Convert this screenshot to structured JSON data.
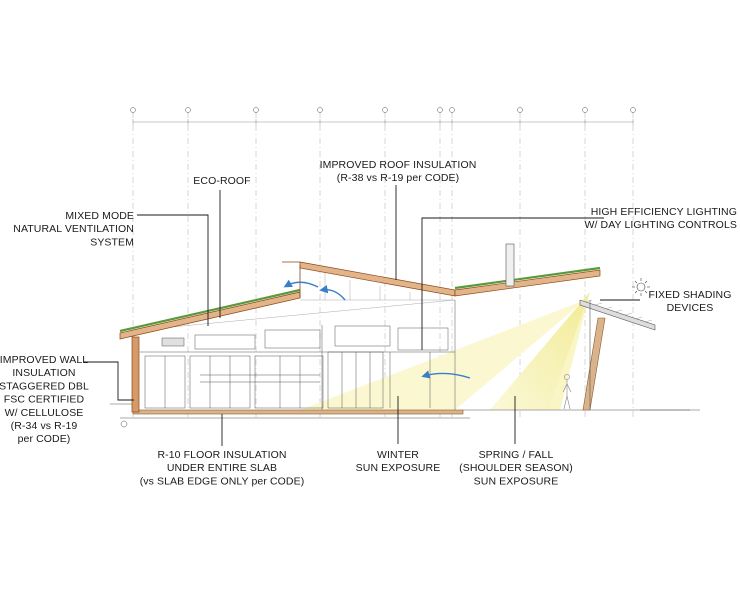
{
  "labels": {
    "eco_roof": [
      "ECO-ROOF"
    ],
    "roof_insulation": [
      "IMPROVED ROOF INSULATION",
      "(R-38 vs R-19 per CODE)"
    ],
    "mixed_mode": [
      "MIXED MODE",
      "NATURAL VENTILATION",
      "SYSTEM"
    ],
    "lighting": [
      "HIGH EFFICIENCY LIGHTING",
      "W/ DAY LIGHTING CONTROLS"
    ],
    "shading": [
      "FIXED SHADING",
      "DEVICES"
    ],
    "wall_insulation": [
      "IMPROVED WALL",
      "INSULATION",
      "STAGGERED DBL",
      "FSC CERTIFIED",
      "W/ CELLULOSE",
      "(R-34 vs R-19",
      "per CODE)"
    ],
    "floor_insulation": [
      "R-10 FLOOR INSULATION",
      "UNDER ENTIRE SLAB",
      "(vs SLAB EDGE ONLY per CODE)"
    ],
    "winter_sun": [
      "WINTER",
      "SUN  EXPOSURE"
    ],
    "spring_sun": [
      "SPRING / FALL",
      "(SHOULDER SEASON)",
      "SUN  EXPOSURE"
    ]
  },
  "colors": {
    "line": "#1a1a1a",
    "roof_green": "#5a9a3a",
    "roof_brown": "#a0522d",
    "sun_light": "#f7f3b8",
    "sun_strong": "#efe68a",
    "airflow": "#3a7ec9"
  }
}
